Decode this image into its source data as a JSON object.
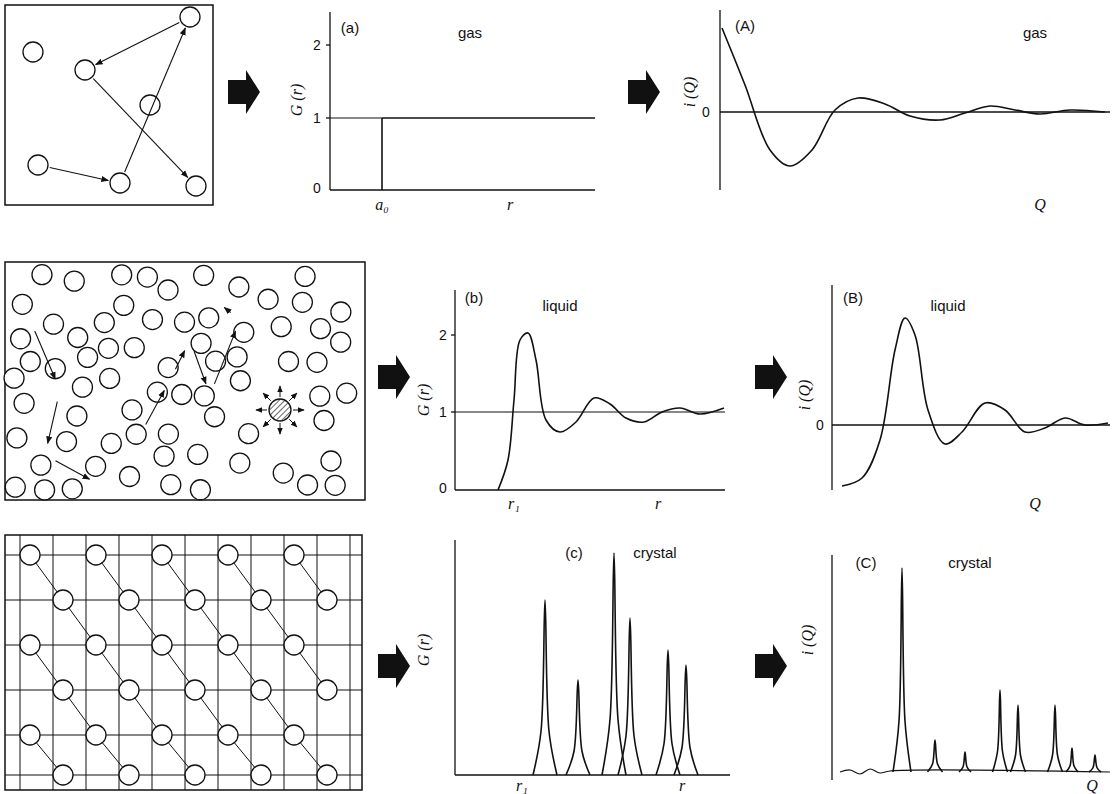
{
  "diagram": {
    "labels": [
      "(a)",
      "gas",
      "G (r)",
      "2",
      "1",
      "0",
      "a₀",
      "r",
      "(A)",
      "gas",
      "i (Q)",
      "0",
      "Q",
      "(b)",
      "liquid",
      "G (r)",
      "2",
      "1",
      "0",
      "r₁",
      "r",
      "(B)",
      "liquid",
      "i (Q)",
      "0",
      "Q",
      "(c)",
      "crystal",
      "G (r)",
      "r₁",
      "r",
      "(C)",
      "crystal",
      "i (Q)",
      "Q"
    ]
  }
}
